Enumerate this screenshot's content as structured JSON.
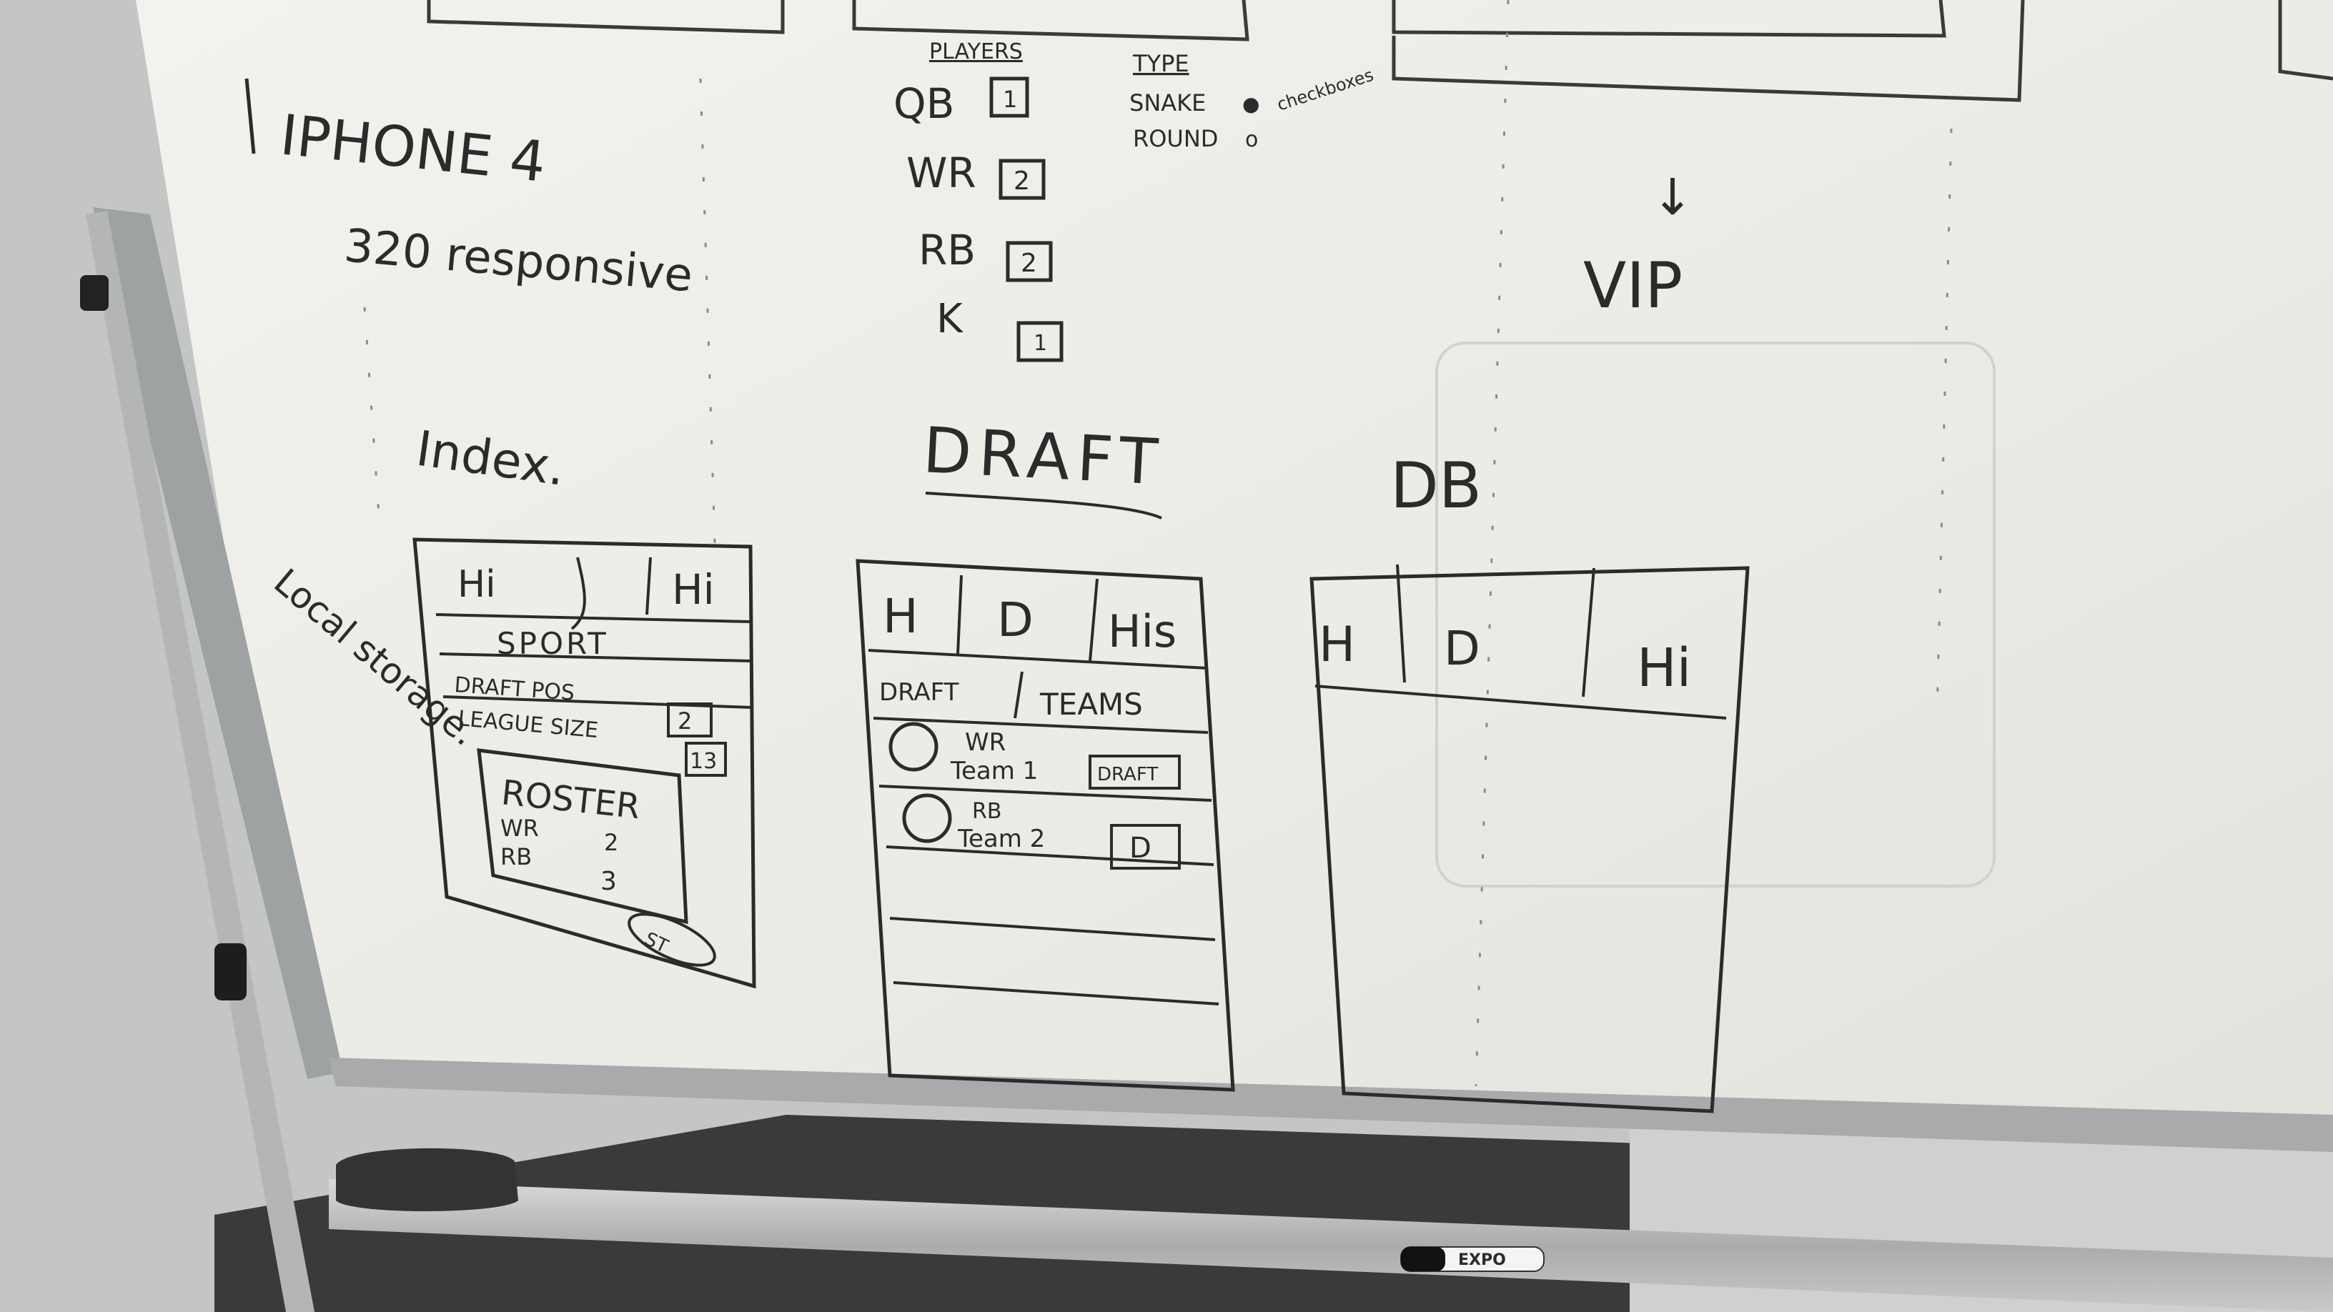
{
  "photo": {
    "board_color": "#ecebe6",
    "ink_color": "#2b2b2b"
  },
  "notes": {
    "device": "IPHONE 4",
    "width_note": "320 responsive",
    "index_label": "Index.",
    "local_storage": "Local storage.",
    "draft_label": "DRAFT",
    "db_label": "DB",
    "vip_label": "VIP",
    "vip_arrow": "↓"
  },
  "players_panel": {
    "heading": "PLAYERS",
    "positions": [
      {
        "pos": "QB",
        "count": "1"
      },
      {
        "pos": "WR",
        "count": "2"
      },
      {
        "pos": "RB",
        "count": "2"
      },
      {
        "pos": "K",
        "count": "1"
      }
    ]
  },
  "type_panel": {
    "heading": "TYPE",
    "options": [
      {
        "label": "SNAKE",
        "marker": "●"
      },
      {
        "label": "ROUND",
        "marker": "o"
      }
    ],
    "note": "checkboxes"
  },
  "index_sketch": {
    "tabs": [
      "Hi",
      "Hi"
    ],
    "sport_label": "SPORT",
    "draft_pos_label": "DRAFT POS",
    "draft_pos_value": "2",
    "league_size_label": "LEAGUE SIZE",
    "league_size_value": "13",
    "roster_title": "ROSTER",
    "roster_rows": [
      {
        "pos": "WR",
        "count": "2"
      },
      {
        "pos": "RB",
        "count": "3"
      }
    ],
    "submit_label": "ST"
  },
  "draft_sketch": {
    "tabs": [
      "H",
      "D",
      "His"
    ],
    "subtabs": [
      "DRAFT",
      "TEAMS"
    ],
    "rows": [
      {
        "pos": "WR",
        "team": "Team 1",
        "action": "DRAFT"
      },
      {
        "pos": "RB",
        "team": "Team 2",
        "action": "D"
      }
    ]
  },
  "db_sketch": {
    "tabs": [
      "H",
      "D",
      "Hi"
    ]
  },
  "marker": {
    "brand": "EXPO"
  }
}
